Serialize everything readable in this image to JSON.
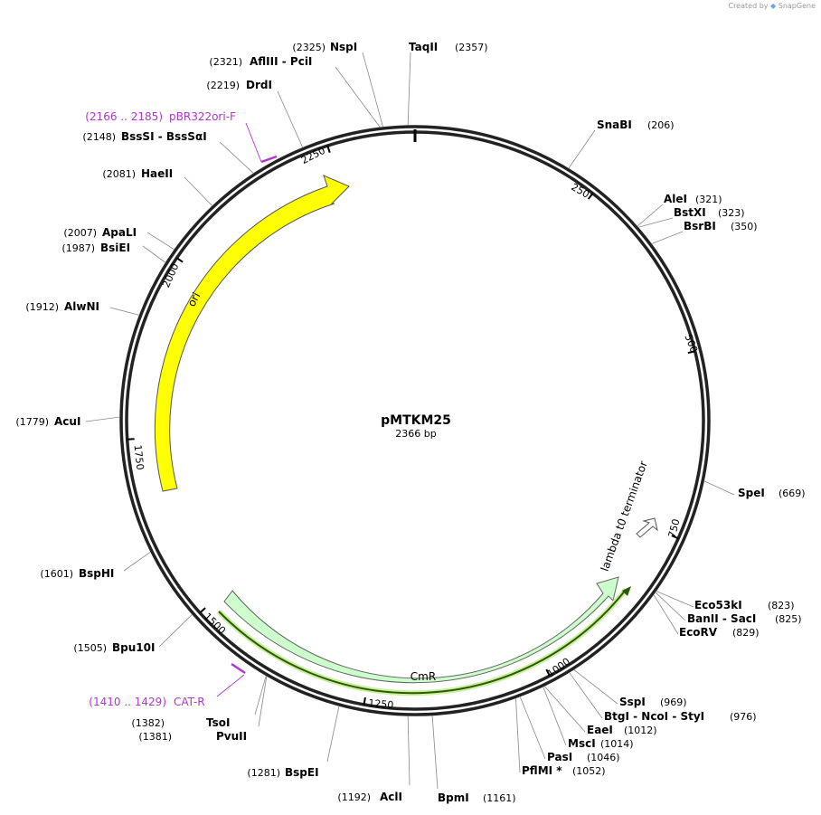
{
  "brand": {
    "prefix": "Created by",
    "name": "SnapGene"
  },
  "plasmid": {
    "name": "pMTKM25",
    "length_label": "2366 bp"
  },
  "ticks": [
    "250",
    "500",
    "750",
    "1000",
    "1250",
    "1500",
    "1750",
    "2000",
    "2250"
  ],
  "enzymes": [
    {
      "pos": "(2357)",
      "name": "TaqII"
    },
    {
      "pos": "(206)",
      "name": "SnaBI"
    },
    {
      "pos": "(321)",
      "name": "AleI"
    },
    {
      "pos": "(323)",
      "name": "BstXI"
    },
    {
      "pos": "(350)",
      "name": "BsrBI"
    },
    {
      "pos": "(669)",
      "name": "SpeI"
    },
    {
      "pos": "(823)",
      "name": "Eco53kI"
    },
    {
      "pos": "(825)",
      "name": "BanII  -  SacI"
    },
    {
      "pos": "(829)",
      "name": "EcoRV"
    },
    {
      "pos": "(969)",
      "name": "SspI"
    },
    {
      "pos": "(976)",
      "name": "BtgI  -  NcoI  -  StyI"
    },
    {
      "pos": "(1012)",
      "name": "EaeI"
    },
    {
      "pos": "(1014)",
      "name": "MscI"
    },
    {
      "pos": "(1046)",
      "name": "PasI"
    },
    {
      "pos": "(1052)",
      "name": "PflMI *"
    },
    {
      "pos": "(1161)",
      "name": "BpmI"
    },
    {
      "pos": "(1192)",
      "name": "AclI"
    },
    {
      "pos": "(1281)",
      "name": "BspEI"
    },
    {
      "pos": "(1381)",
      "name": "PvuII"
    },
    {
      "pos": "(1382)",
      "name": "TsoI"
    },
    {
      "pos": "(1505)",
      "name": "Bpu10I"
    },
    {
      "pos": "(1601)",
      "name": "BspHI"
    },
    {
      "pos": "(1779)",
      "name": "AcuI"
    },
    {
      "pos": "(1912)",
      "name": "AlwNI"
    },
    {
      "pos": "(1987)",
      "name": "BsiEI"
    },
    {
      "pos": "(2007)",
      "name": "ApaLI"
    },
    {
      "pos": "(2081)",
      "name": "HaeII"
    },
    {
      "pos": "(2148)",
      "name": "BssSI  -  BssSαI"
    },
    {
      "pos": "(2219)",
      "name": "DrdI"
    },
    {
      "pos": "(2321)",
      "name": "AflIII  -  PciI"
    },
    {
      "pos": "(2325)",
      "name": "NspI"
    }
  ],
  "primers": [
    {
      "range": "(2166 .. 2185)",
      "name": "pBR322ori-F"
    },
    {
      "range": "(1410 .. 1429)",
      "name": "CAT-R"
    }
  ],
  "features": [
    {
      "name": "ori",
      "color": "#ffff00"
    },
    {
      "name": "CmR",
      "color": "#ccffcc"
    },
    {
      "name": "lambda t0 terminator",
      "color": "#ffffff"
    }
  ],
  "colors": {
    "primer": "#b035d3",
    "orf": "#2d5a00",
    "orf_glow": "#c8f0a0"
  }
}
